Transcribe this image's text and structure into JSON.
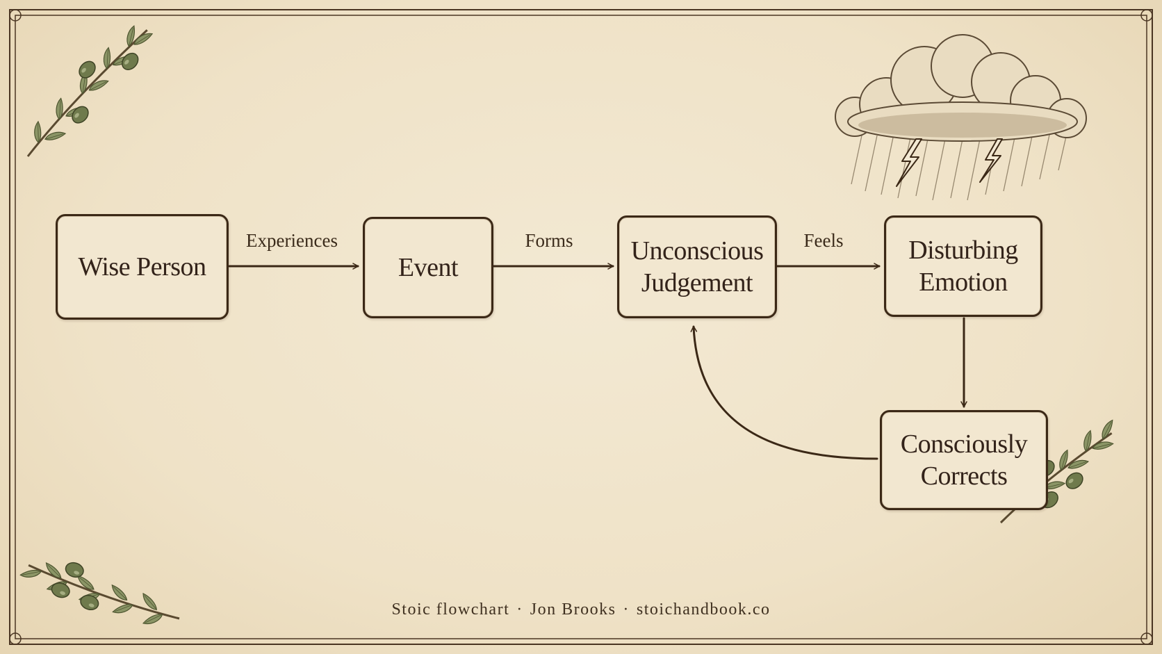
{
  "diagram": {
    "nodes": {
      "wise_person": "Wise Person",
      "event": "Event",
      "unconscious_judgement": "Unconscious\nJudgement",
      "disturbing_emotion": "Disturbing\nEmotion",
      "consciously_corrects": "Consciously\nCorrects"
    },
    "edges": {
      "experiences": "Experiences",
      "forms": "Forms",
      "feels": "Feels"
    }
  },
  "footer": {
    "title": "Stoic flowchart",
    "author": "Jon Brooks",
    "site": "stoichandbook.co",
    "separator": "·"
  },
  "colors": {
    "paper": "#f1e6cf",
    "ink": "#3b2816",
    "olive_leaf": "#7f8a5c",
    "cloud": "#6b5a44"
  },
  "decorations": {
    "top_left": "olive-branch-icon",
    "bottom_left": "olive-branch-icon",
    "bottom_right": "olive-branch-icon",
    "top_right": "storm-cloud-icon"
  }
}
